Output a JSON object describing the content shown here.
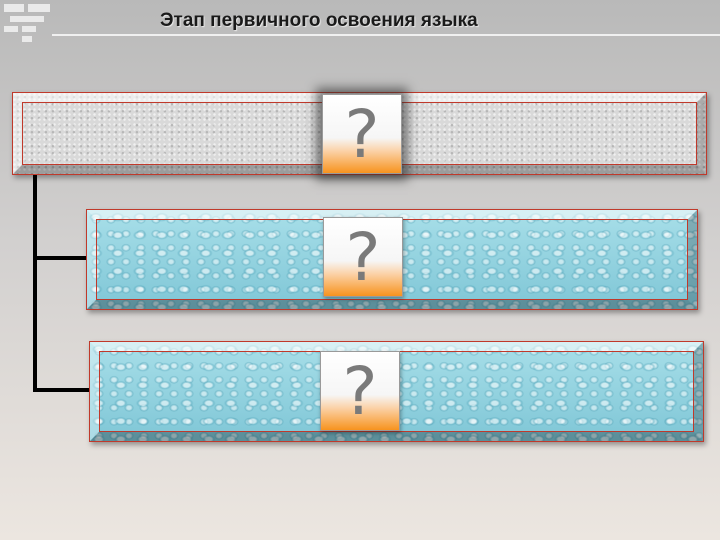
{
  "slide": {
    "title": "Этап первичного освоения языка"
  },
  "boxes": [
    {
      "mark": "?",
      "style": "gray"
    },
    {
      "mark": "?",
      "style": "water"
    },
    {
      "mark": "?",
      "style": "water"
    }
  ],
  "colors": {
    "panel_border": "#c0392b",
    "accent_orange": "#f7931e",
    "connector": "#000000",
    "question_mark": "#7a7a7a"
  }
}
